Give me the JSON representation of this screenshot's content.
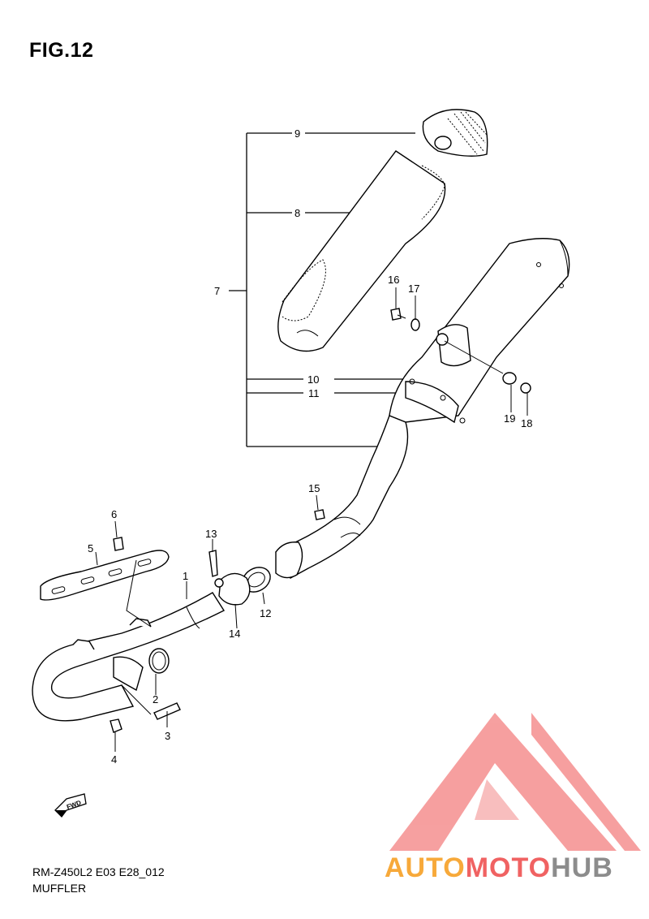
{
  "figure": {
    "title": "FIG.12",
    "model_code": "RM-Z450L2 E03 E28_012",
    "section_name": "MUFFLER",
    "fwd_label": "FWD"
  },
  "callouts": [
    "1",
    "2",
    "3",
    "4",
    "5",
    "6",
    "7",
    "8",
    "9",
    "10",
    "11",
    "12",
    "13",
    "14",
    "15",
    "16",
    "17",
    "18",
    "19"
  ],
  "watermark": {
    "part1": "AUTO",
    "part2": "MOTO",
    "part3": "HUB",
    "color_part1": "#f7a93a",
    "color_part2": "#f06262",
    "color_part3": "#8c8c8c",
    "triangle_color": "#f58f8f"
  }
}
